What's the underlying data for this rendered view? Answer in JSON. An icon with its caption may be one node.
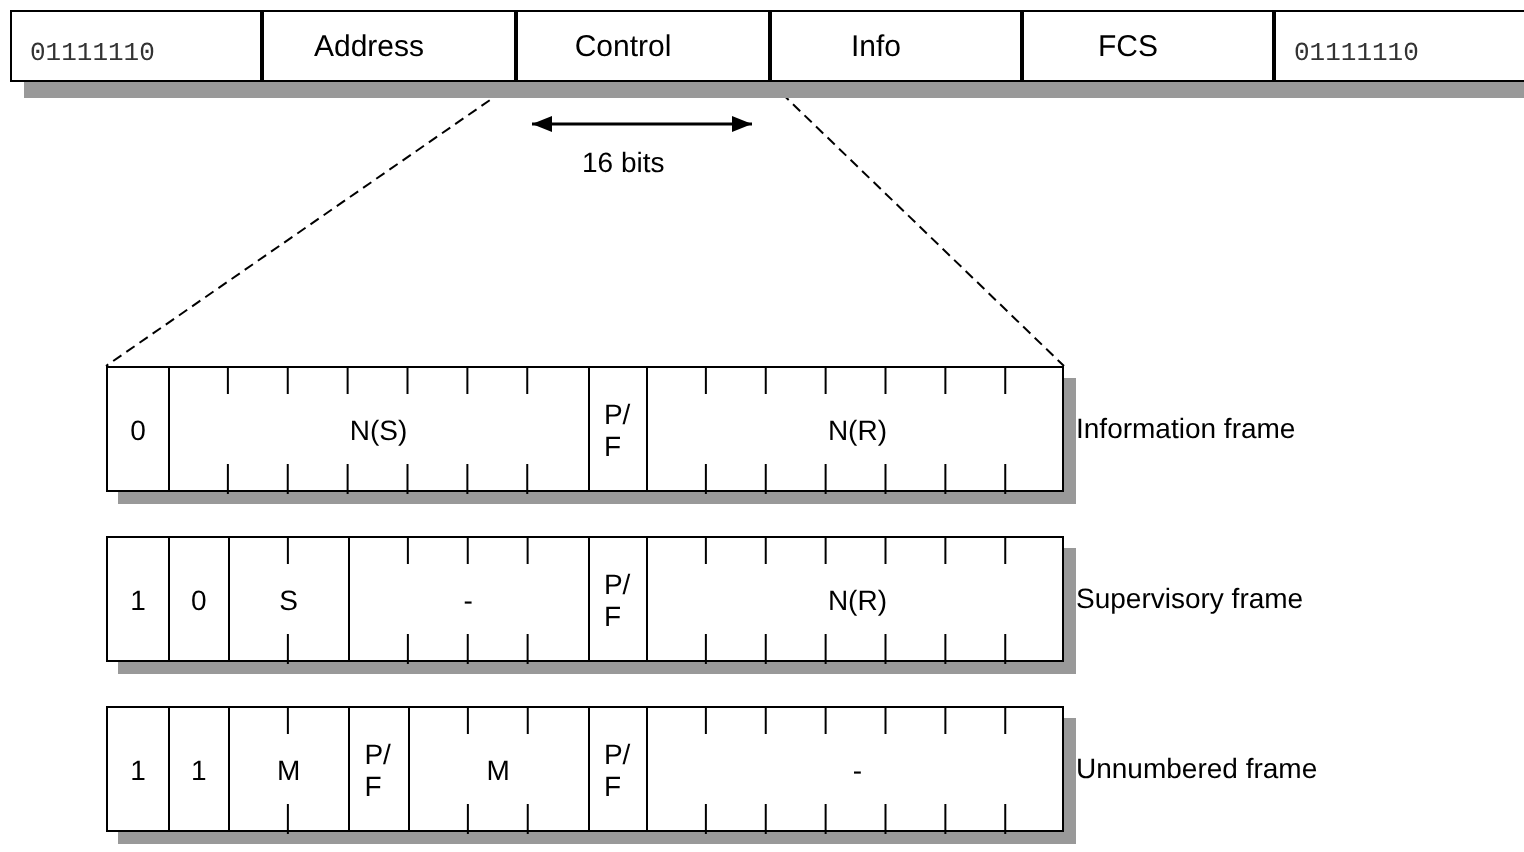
{
  "diagram": {
    "nodes": [
      {
        "text": [
          "01111110"
        ]
      },
      {
        "text": [
          "Address"
        ]
      },
      {
        "text": [
          "Control"
        ]
      },
      {
        "text": [
          "Info"
        ]
      },
      {
        "text": [
          "FCS"
        ]
      },
      {
        "text": [
          "01111110"
        ]
      },
      {
        "text": [],
        "shape": "box",
        "beside": [
          "Information frame"
        ]
      },
      {
        "text": [
          "0"
        ],
        "in": 6
      },
      {
        "text": [
          "N(S)"
        ],
        "in": 6
      },
      {
        "text": [
          "P/ F"
        ],
        "in": 6
      },
      {
        "text": [
          "N(R)"
        ],
        "in": 6
      },
      {
        "text": [],
        "shape": "box",
        "beside": [
          "Supervisory frame"
        ]
      },
      {
        "text": [
          "1"
        ],
        "in": 11
      },
      {
        "text": [
          "0"
        ],
        "in": 11
      },
      {
        "text": [
          "S"
        ],
        "in": 11
      },
      {
        "text": [
          "-"
        ],
        "in": 11
      },
      {
        "text": [
          "P/ F"
        ],
        "in": 11
      },
      {
        "text": [
          "N(R)"
        ],
        "in": 11
      },
      {
        "text": [],
        "shape": "box",
        "beside": [
          "Unnumbered frame"
        ]
      },
      {
        "text": [
          "1"
        ],
        "in": 18
      },
      {
        "text": [
          "1"
        ],
        "in": 18
      },
      {
        "text": [
          "M"
        ],
        "in": 18
      },
      {
        "text": [
          "P/ F"
        ],
        "in": 18
      },
      {
        "text": [
          "M"
        ],
        "in": 18
      },
      {
        "text": [
          "P/ F"
        ],
        "in": 18
      },
      {
        "text": [
          "-"
        ],
        "in": 18
      }
    ],
    "edges": [
      {
        "from": 2,
        "to": 6,
        "arrow": "none",
        "style": "dashed"
      },
      {
        "from": 2,
        "to": 6,
        "arrow": "none",
        "style": "dashed"
      }
    ],
    "labels": [
      "16 bits"
    ]
  }
}
